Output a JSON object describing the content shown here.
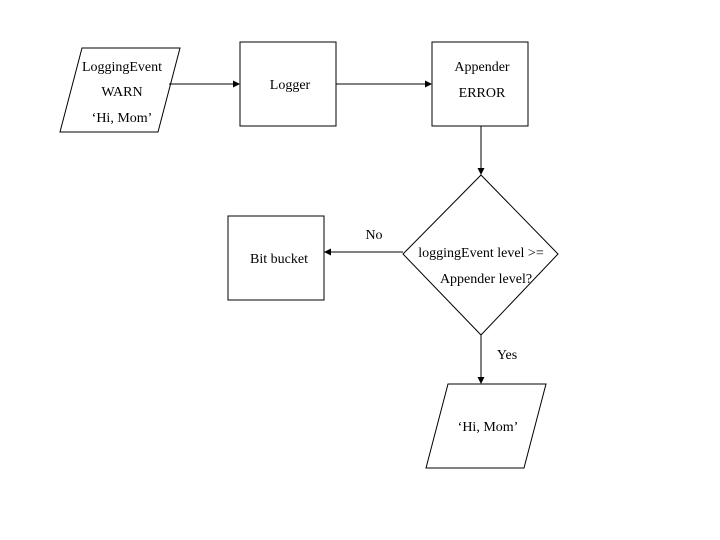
{
  "diagram": {
    "nodes": {
      "logging_event": {
        "shape": "parallelogram",
        "lines": [
          "LoggingEvent",
          "WARN",
          "‘Hi, Mom’"
        ]
      },
      "logger": {
        "shape": "rectangle",
        "lines": [
          "Logger"
        ]
      },
      "appender": {
        "shape": "rectangle",
        "lines": [
          "Appender",
          "ERROR"
        ]
      },
      "decision": {
        "shape": "diamond",
        "lines": [
          "loggingEvent level >=",
          "Appender level?"
        ]
      },
      "bit_bucket": {
        "shape": "rectangle",
        "lines": [
          "Bit bucket"
        ]
      },
      "output": {
        "shape": "parallelogram",
        "lines": [
          "‘Hi, Mom’"
        ]
      }
    },
    "edges": {
      "event_to_logger": {
        "from": "logging_event",
        "to": "logger",
        "label": ""
      },
      "logger_to_appender": {
        "from": "logger",
        "to": "appender",
        "label": ""
      },
      "appender_to_decision": {
        "from": "appender",
        "to": "decision",
        "label": ""
      },
      "decision_to_bit_bucket": {
        "from": "decision",
        "to": "bit_bucket",
        "label": "No"
      },
      "decision_to_output": {
        "from": "decision",
        "to": "output",
        "label": "Yes"
      }
    }
  }
}
